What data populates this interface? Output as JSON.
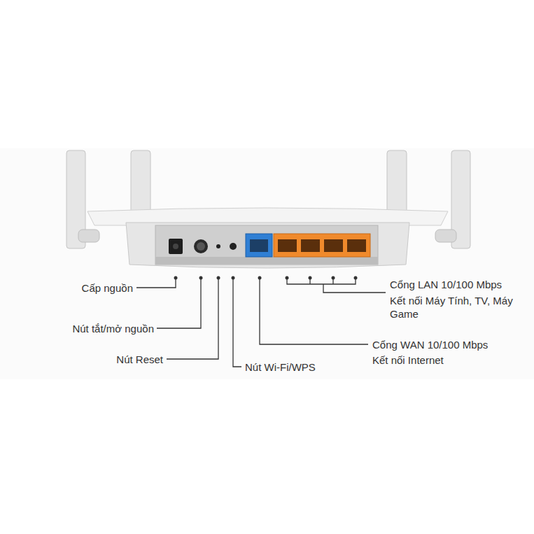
{
  "diagram": {
    "labels": [
      "Cấp nguồn",
      "Nút tắt/mở nguồn",
      "Nút Reset",
      "Nút Wi-Fi/WPS",
      "Cổng WAN 10/100 Mbps",
      "Kết nối Internet",
      "Cổng LAN 10/100 Mbps",
      "Kết nối Máy Tính, TV, Máy Game"
    ]
  }
}
